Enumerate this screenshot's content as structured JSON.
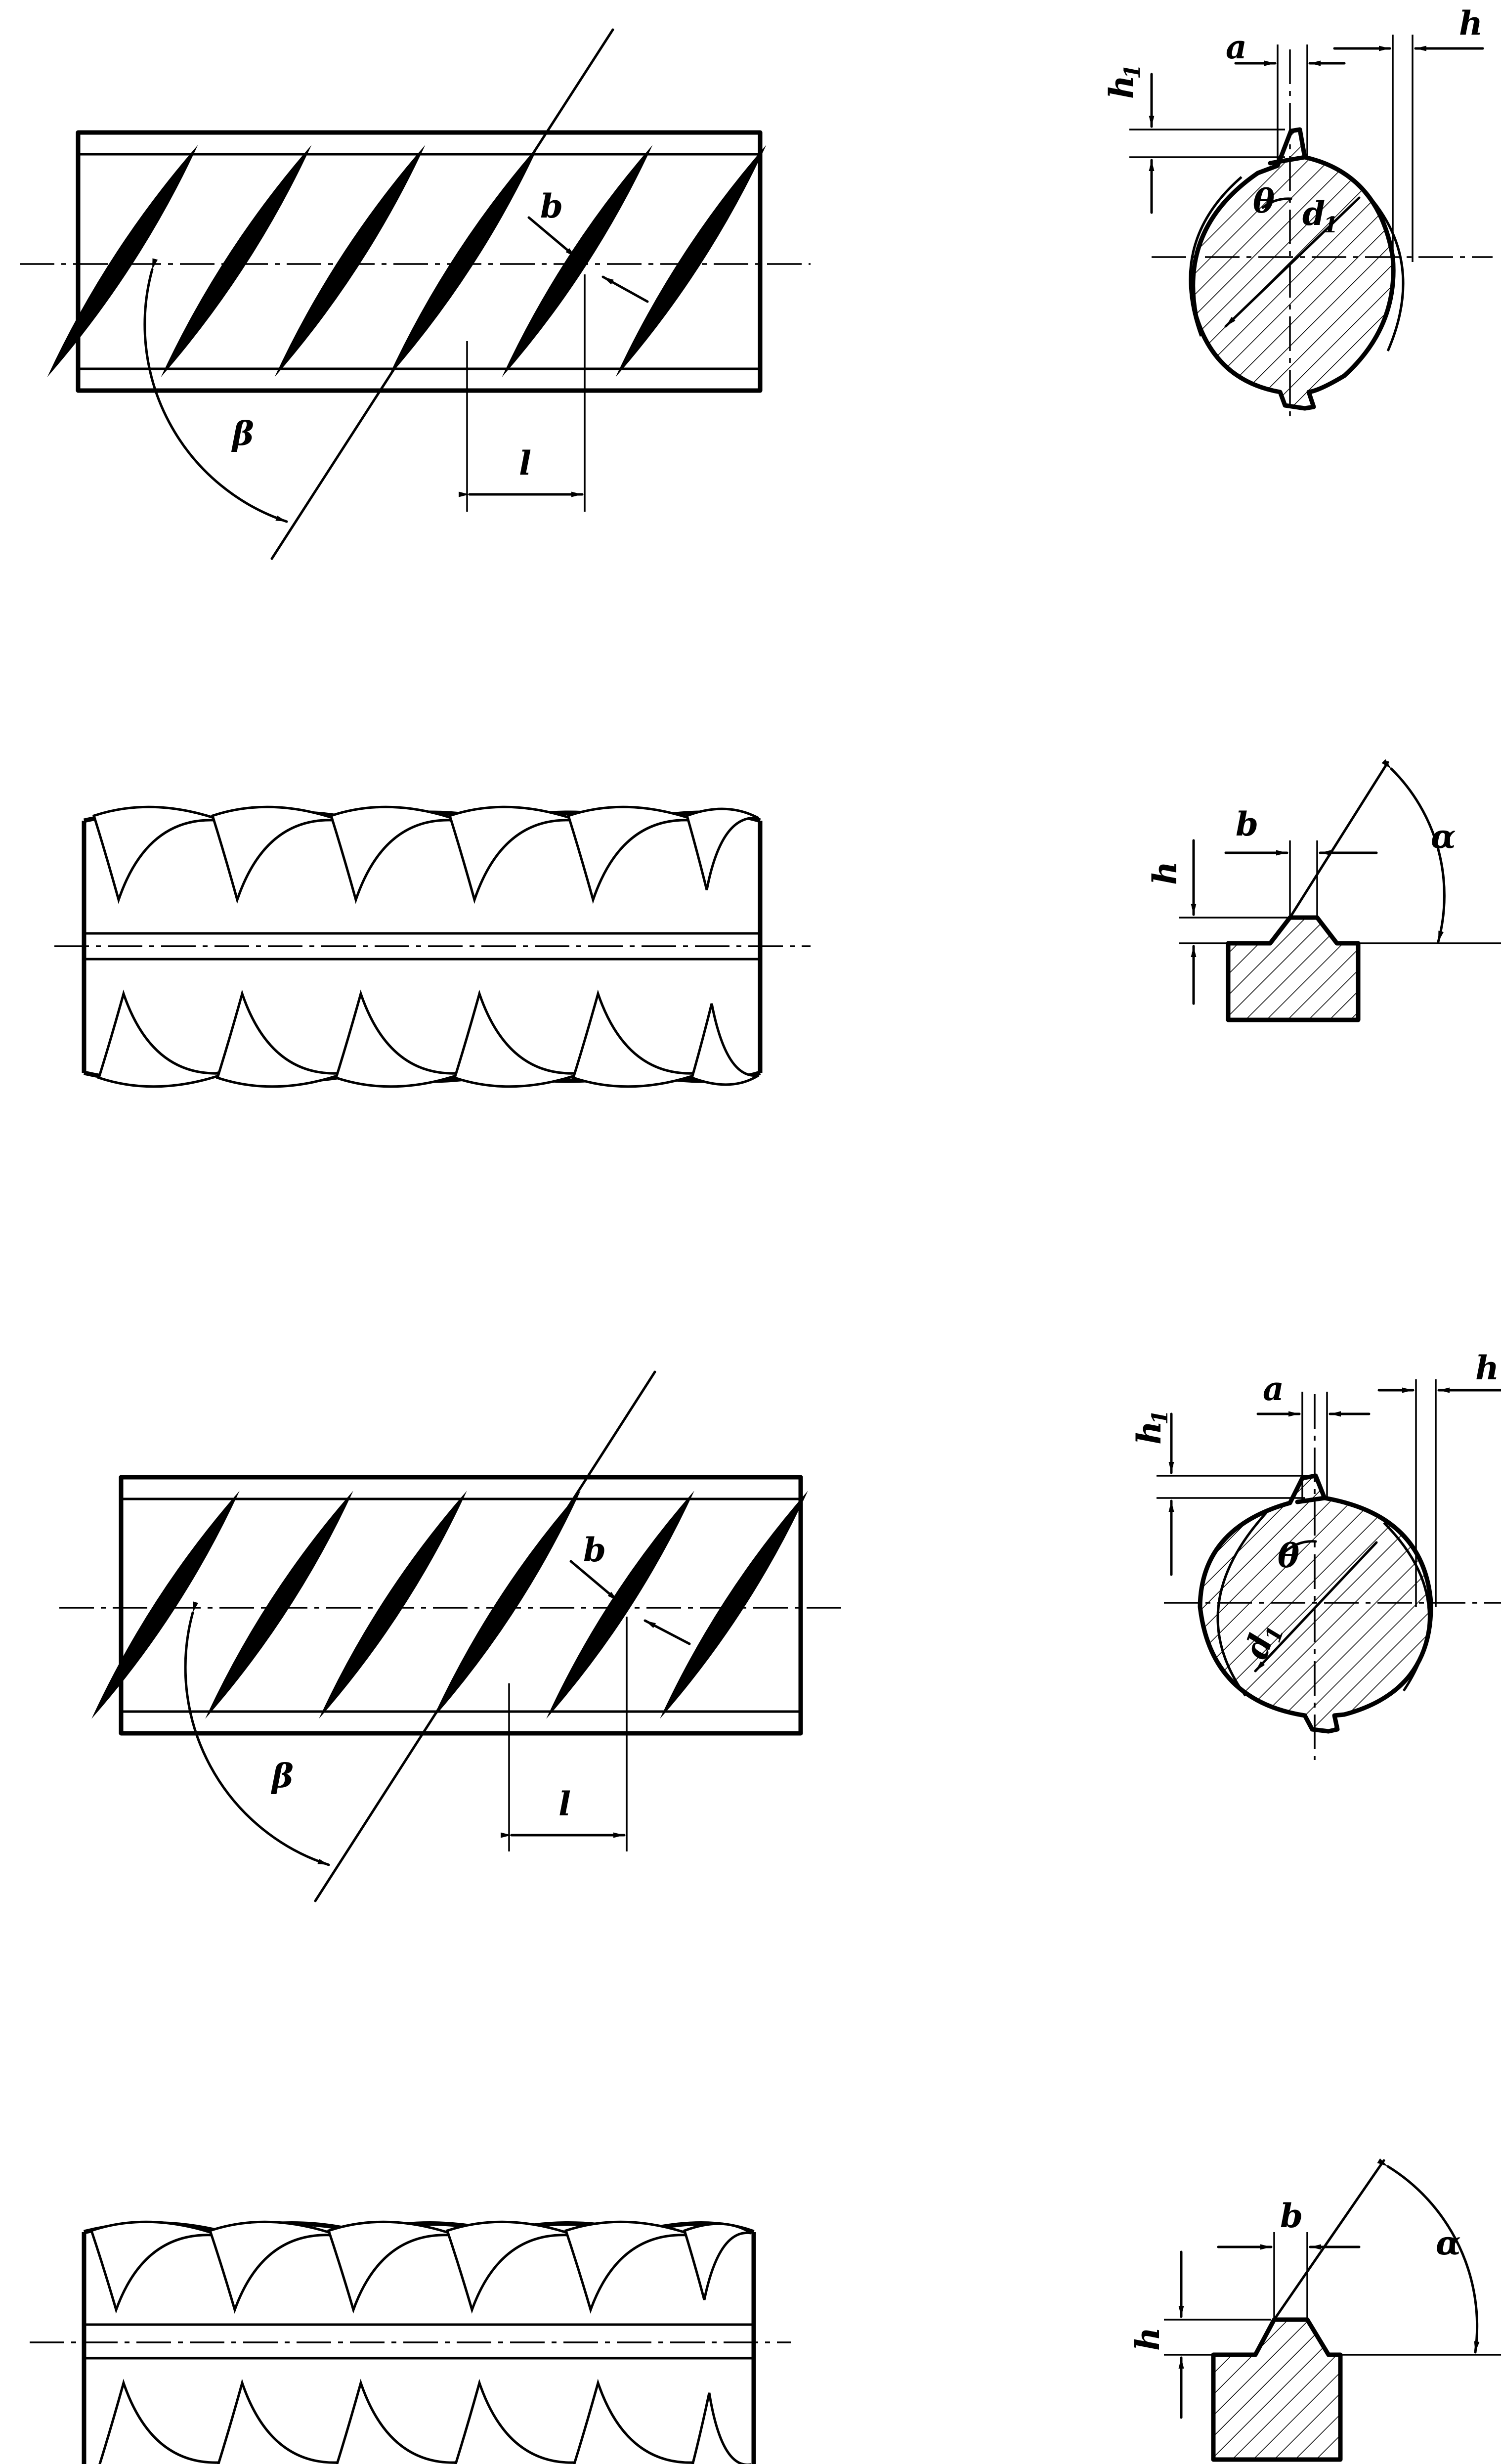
{
  "labels": {
    "fig1": {
      "beta": "β",
      "b": "b",
      "l": "l",
      "h": "h",
      "a": "a",
      "h1": "h",
      "h1_sub": "1",
      "theta": "θ",
      "d1": "d",
      "d1_sub": "1"
    },
    "fig2": {
      "b": "b",
      "h": "h",
      "alpha": "α"
    },
    "fig3": {
      "beta": "β",
      "b": "b",
      "l": "l",
      "h": "h",
      "a": "a",
      "h1": "h",
      "h1_sub": "1",
      "theta": "θ",
      "d1": "d",
      "d1_sub": "1"
    },
    "fig4": {
      "b": "b",
      "h": "h",
      "alpha": "α"
    }
  }
}
